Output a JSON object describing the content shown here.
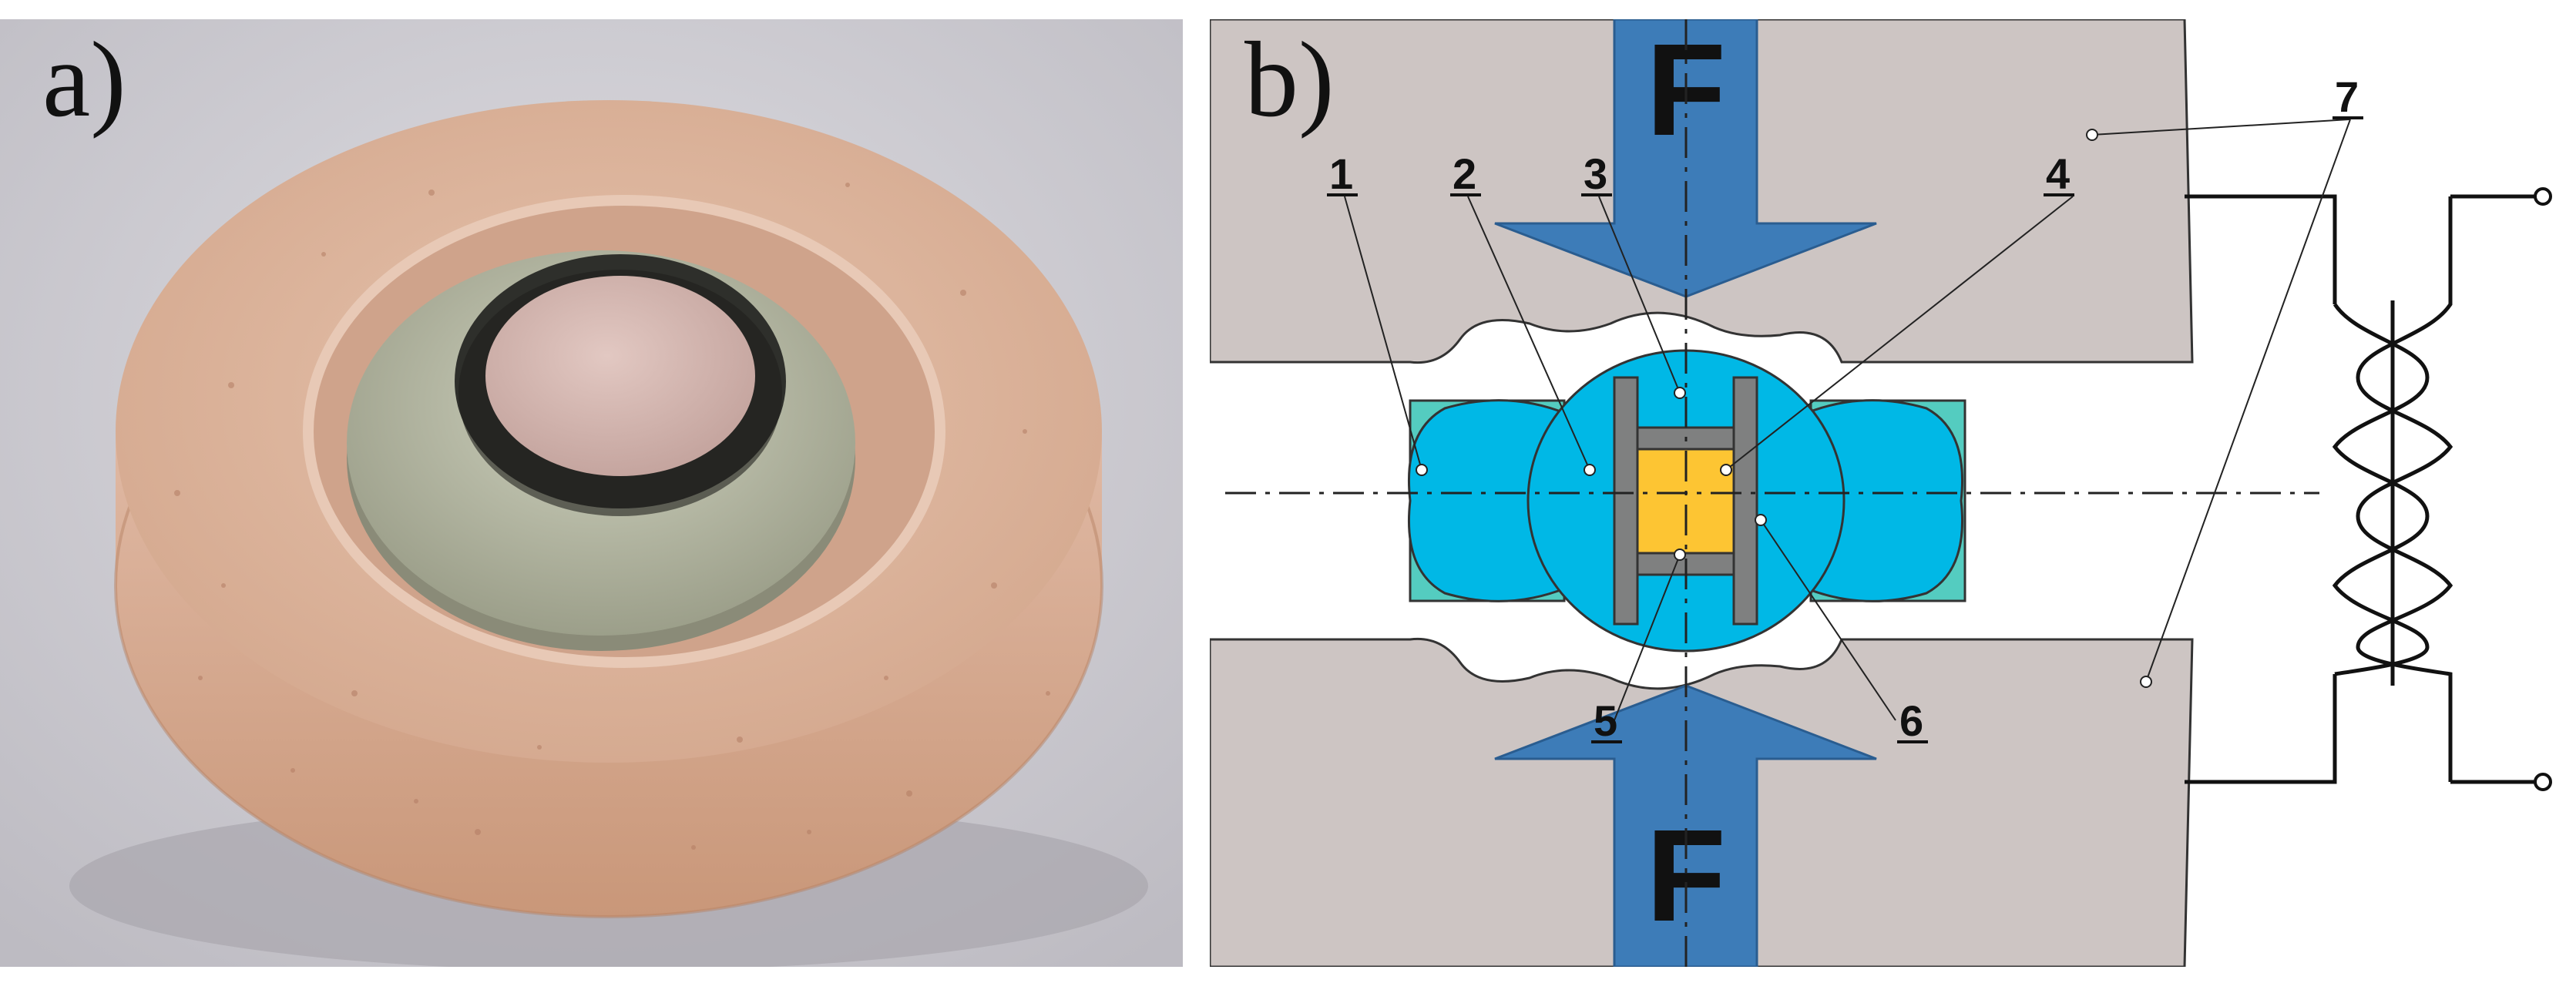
{
  "panel_a": {
    "label": "a)"
  },
  "panel_b": {
    "label": "b)",
    "force_top": "F",
    "force_bottom": "F",
    "callouts": {
      "c1": "1",
      "c2": "2",
      "c3": "3",
      "c4": "4",
      "c5": "5",
      "c6": "6",
      "c7": "7"
    }
  },
  "colors": {
    "anvil": "#cdc5c3",
    "cell_blue": "#00b8e6",
    "cell_teal": "#54ccc0",
    "sample": "#fdc533",
    "heater": "#7f8080",
    "force_arrow": "#3d7cb8",
    "ceramic": "#d9a98f",
    "photo_bg": "#d2d0d6"
  }
}
